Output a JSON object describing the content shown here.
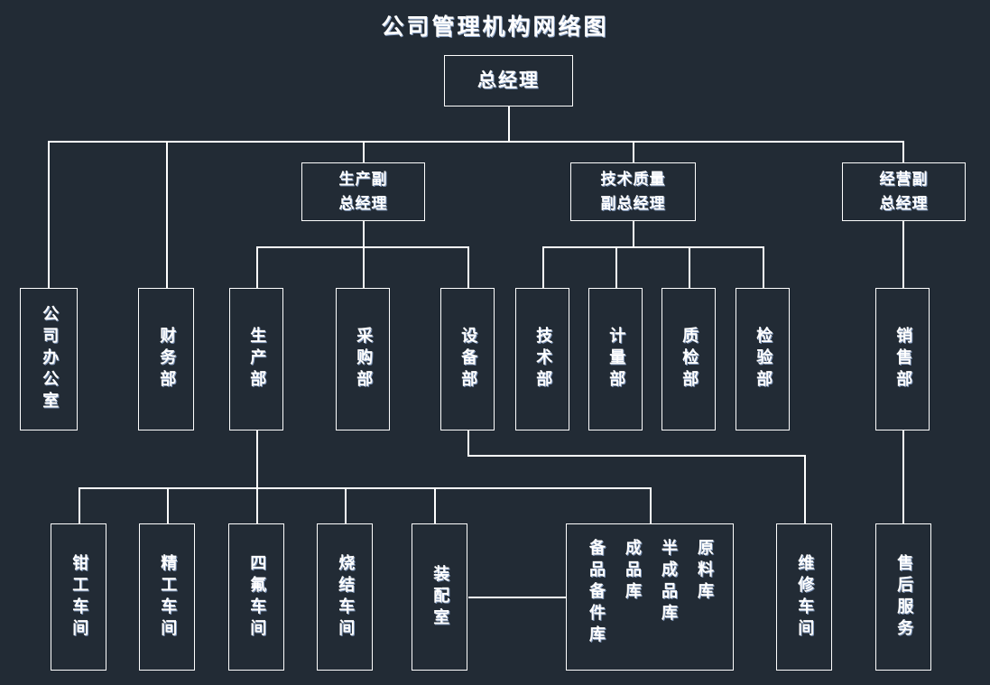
{
  "page": {
    "title": "公司管理机构网络图",
    "background_color": "#222b35",
    "line_color": "#ffffff",
    "text_color": "#ffffff"
  },
  "chart_data": {
    "type": "diagram",
    "diagram_kind": "organization-chart",
    "title": "公司管理机构网络图",
    "orientation": "top-down",
    "nodes": [
      {
        "id": "gm",
        "label": "总经理",
        "level": 0
      },
      {
        "id": "vp_prod",
        "label": "生产副\n总经理",
        "level": 1
      },
      {
        "id": "vp_tech",
        "label": "技术质量\n副总经理",
        "level": 1
      },
      {
        "id": "vp_biz",
        "label": "经营副\n总经理",
        "level": 1
      },
      {
        "id": "office",
        "label": "公司办公室",
        "level": 2
      },
      {
        "id": "finance",
        "label": "财务部",
        "level": 2
      },
      {
        "id": "production",
        "label": "生产部",
        "level": 2
      },
      {
        "id": "purchase",
        "label": "采购部",
        "level": 2
      },
      {
        "id": "equipment",
        "label": "设备部",
        "level": 2
      },
      {
        "id": "tech",
        "label": "技术部",
        "level": 2
      },
      {
        "id": "metrology",
        "label": "计量部",
        "level": 2
      },
      {
        "id": "qc",
        "label": "质检部",
        "level": 2
      },
      {
        "id": "inspect",
        "label": "检验部",
        "level": 2
      },
      {
        "id": "sales",
        "label": "销售部",
        "level": 2
      },
      {
        "id": "ws_fitter",
        "label": "钳工车间",
        "level": 3
      },
      {
        "id": "ws_precis",
        "label": "精工车间",
        "level": 3
      },
      {
        "id": "ws_ptfe",
        "label": "四氟车间",
        "level": 3
      },
      {
        "id": "ws_sinter",
        "label": "烧结车间",
        "level": 3
      },
      {
        "id": "ws_assem",
        "label": "装配室",
        "level": 3
      },
      {
        "id": "warehouse",
        "label": "原料库 半成品库 成品库 备品备件库",
        "level": 3,
        "columns": [
          "原料库",
          "半成品库",
          "成品库",
          "备品备件库"
        ]
      },
      {
        "id": "ws_repair",
        "label": "维修车间",
        "level": 3
      },
      {
        "id": "aftersale",
        "label": "售后服务",
        "level": 3
      }
    ],
    "edges": [
      {
        "from": "gm",
        "to": "office"
      },
      {
        "from": "gm",
        "to": "finance"
      },
      {
        "from": "gm",
        "to": "vp_prod"
      },
      {
        "from": "gm",
        "to": "vp_tech"
      },
      {
        "from": "gm",
        "to": "vp_biz"
      },
      {
        "from": "vp_prod",
        "to": "production"
      },
      {
        "from": "vp_prod",
        "to": "purchase"
      },
      {
        "from": "vp_prod",
        "to": "equipment"
      },
      {
        "from": "vp_tech",
        "to": "tech"
      },
      {
        "from": "vp_tech",
        "to": "metrology"
      },
      {
        "from": "vp_tech",
        "to": "qc"
      },
      {
        "from": "vp_tech",
        "to": "inspect"
      },
      {
        "from": "vp_biz",
        "to": "sales"
      },
      {
        "from": "production",
        "to": "ws_fitter"
      },
      {
        "from": "production",
        "to": "ws_precis"
      },
      {
        "from": "production",
        "to": "ws_ptfe"
      },
      {
        "from": "production",
        "to": "ws_sinter"
      },
      {
        "from": "production",
        "to": "ws_assem"
      },
      {
        "from": "production",
        "to": "warehouse"
      },
      {
        "from": "ws_assem",
        "to": "warehouse"
      },
      {
        "from": "equipment",
        "to": "ws_repair"
      },
      {
        "from": "sales",
        "to": "aftersale"
      }
    ]
  },
  "labels": {
    "title": "公司管理机构网络图",
    "gm": "总经理",
    "vp_prod": "生产副\n总经理",
    "vp_tech": "技术质量\n副总经理",
    "vp_biz": "经营副\n总经理",
    "office": "公司办公室",
    "finance": "财务部",
    "production": "生产部",
    "purchase": "采购部",
    "equipment": "设备部",
    "tech": "技术部",
    "metrology": "计量部",
    "qc": "质检部",
    "inspect": "检验部",
    "sales": "销售部",
    "ws_fitter": "钳工车间",
    "ws_precis": "精工车间",
    "ws_ptfe": "四氟车间",
    "ws_sinter": "烧结车间",
    "ws_assem": "装配室",
    "wh_raw": "原料库",
    "wh_semi": "半成品库",
    "wh_fin": "成品库",
    "wh_spare": "备品备件库",
    "ws_repair": "维修车间",
    "aftersale": "售后服务"
  }
}
